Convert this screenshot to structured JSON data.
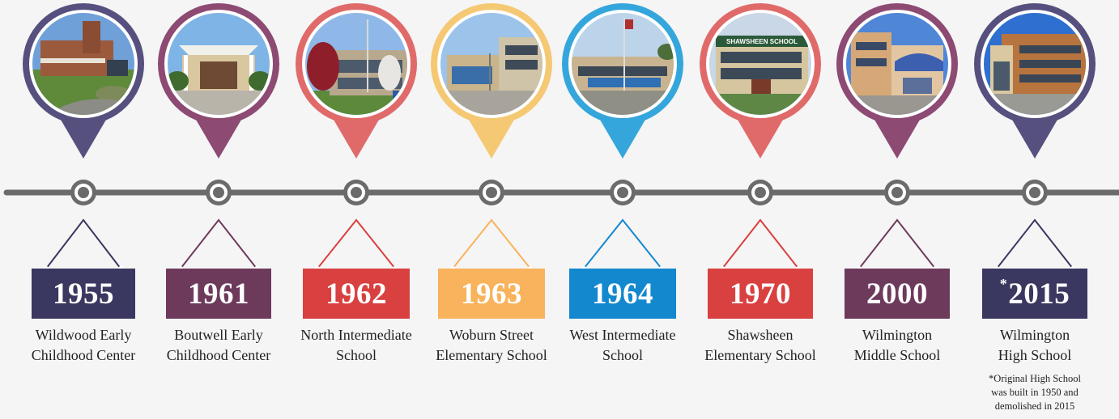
{
  "milestones": [
    {
      "year": "1955",
      "year_prefix": "",
      "name_line1": "Wildwood Early",
      "name_line2": "Childhood Center",
      "color": "#56507f",
      "sign_color": "#3a3760",
      "scene": "wildwood"
    },
    {
      "year": "1961",
      "year_prefix": "",
      "name_line1": "Boutwell Early",
      "name_line2": "Childhood Center",
      "color": "#8d4a73",
      "sign_color": "#6d3a5c",
      "scene": "boutwell"
    },
    {
      "year": "1962",
      "year_prefix": "",
      "name_line1": "North Intermediate",
      "name_line2": "School",
      "color": "#e06a6a",
      "sign_color": "#d94040",
      "scene": "north"
    },
    {
      "year": "1963",
      "year_prefix": "",
      "name_line1": "Woburn Street",
      "name_line2": "Elementary School",
      "color": "#f5c873",
      "sign_color": "#f8b35c",
      "scene": "woburn"
    },
    {
      "year": "1964",
      "year_prefix": "",
      "name_line1": "West Intermediate",
      "name_line2": "School",
      "color": "#34a6dc",
      "sign_color": "#1388cf",
      "scene": "west"
    },
    {
      "year": "1970",
      "year_prefix": "",
      "name_line1": "Shawsheen",
      "name_line2": "Elementary School",
      "color": "#e06a6a",
      "sign_color": "#d94040",
      "scene": "shawsheen"
    },
    {
      "year": "2000",
      "year_prefix": "",
      "name_line1": "Wilmington",
      "name_line2": "Middle School",
      "color": "#8d4a73",
      "sign_color": "#6d3a5c",
      "scene": "middle"
    },
    {
      "year": "2015",
      "year_prefix": "*",
      "name_line1": "Wilmington",
      "name_line2": "High School",
      "color": "#56507f",
      "sign_color": "#3a3760",
      "scene": "high"
    }
  ],
  "photo_signs": {
    "shawsheen": "SHAWSHEEN SCHOOL"
  },
  "footnote": {
    "line1": "*Original High School",
    "line2": "was built in 1950 and",
    "line3": "demolished in 2015"
  },
  "timeline_color": "#6b6b6b"
}
